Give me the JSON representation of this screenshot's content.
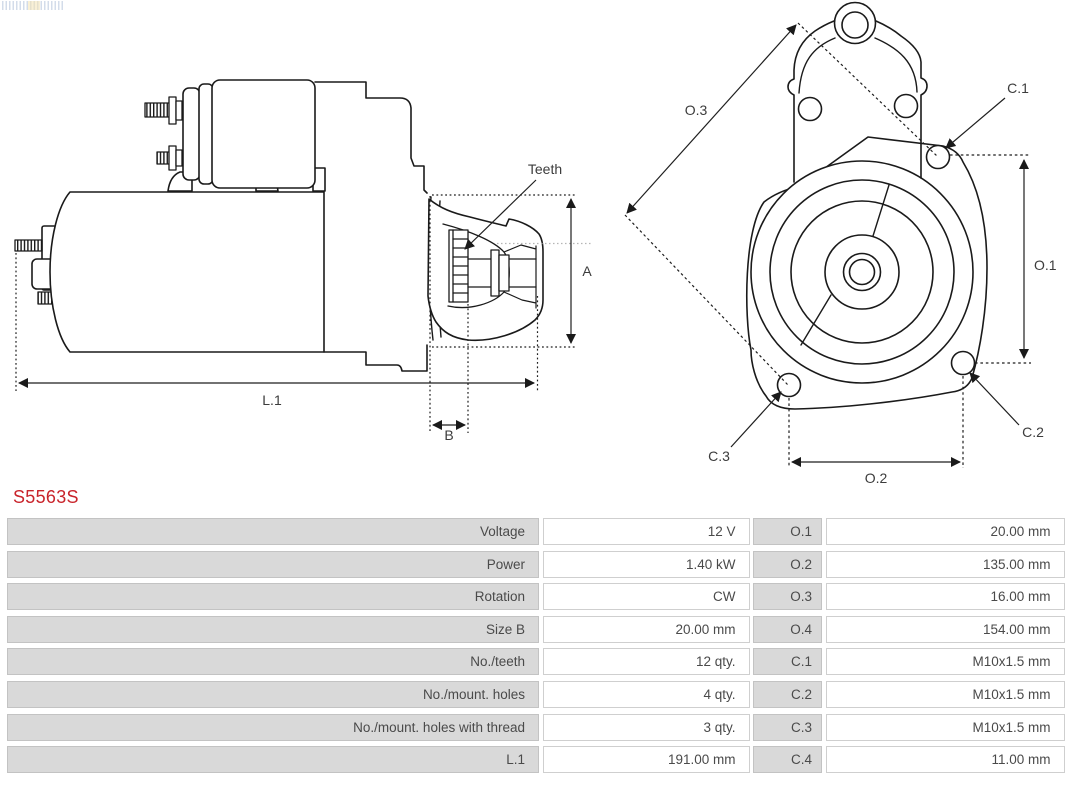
{
  "logo": {
    "name": "as-pl-watermark"
  },
  "part_number": "S5563S",
  "drawings": {
    "side_view": {
      "labels": {
        "teeth": "Teeth",
        "a": "A",
        "l1": "L.1",
        "b": "B"
      }
    },
    "front_view": {
      "labels": {
        "o1": "O.1",
        "o2": "O.2",
        "o3": "O.3",
        "c1": "C.1",
        "c2": "C.2",
        "c3": "C.3"
      }
    }
  },
  "spec_table": {
    "rows": [
      {
        "label": "Voltage",
        "value": "12 V",
        "key": "O.1",
        "key_value": "20.00 mm"
      },
      {
        "label": "Power",
        "value": "1.40 kW",
        "key": "O.2",
        "key_value": "135.00 mm"
      },
      {
        "label": "Rotation",
        "value": "CW",
        "key": "O.3",
        "key_value": "16.00 mm"
      },
      {
        "label": "Size B",
        "value": "20.00 mm",
        "key": "O.4",
        "key_value": "154.00 mm"
      },
      {
        "label": "No./teeth",
        "value": "12 qty.",
        "key": "C.1",
        "key_value": "M10x1.5 mm"
      },
      {
        "label": "No./mount. holes",
        "value": "4 qty.",
        "key": "C.2",
        "key_value": "M10x1.5 mm"
      },
      {
        "label": "No./mount. holes with thread",
        "value": "3 qty.",
        "key": "C.3",
        "key_value": "M10x1.5 mm"
      },
      {
        "label": "L.1",
        "value": "191.00 mm",
        "key": "C.4",
        "key_value": "11.00 mm"
      }
    ]
  },
  "colors": {
    "accent_red": "#c9242b",
    "cell_gray": "#d9d9d9",
    "line": "#1a1a1a"
  }
}
